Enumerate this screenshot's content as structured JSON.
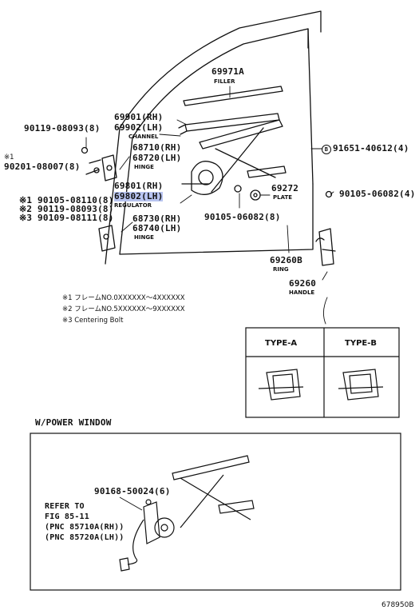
{
  "parts": {
    "filler_num": "69971A",
    "filler_name": "FILLER",
    "channel_rh": "69901(RH)",
    "channel_lh": "69902(LH)",
    "channel_name": "CHANNEL",
    "bolt_top": "90119-08093(8)",
    "bolt_left_mark": "※1",
    "bolt_left": "90201-08007(8)",
    "hinge_upper_rh": "68710(RH)",
    "hinge_upper_lh": "68720(LH)",
    "hinge_upper_name": "HINGE",
    "bolt_right_top": "91651-40612(4)",
    "reg_rh": "69801(RH)",
    "reg_lh": "69802(LH)",
    "reg_name": "REGULATOR",
    "plate_num": "69272",
    "plate_name": "PLATE",
    "bolt_right_bottom": "90105-06082(4)",
    "bolt_mark1": "※1 90105-08110(8)",
    "bolt_mark2": "※2 90119-08093(8)",
    "bolt_mark3": "※3 90109-08111(8)",
    "hinge_lower_rh": "68730(RH)",
    "hinge_lower_lh": "68740(LH)",
    "hinge_lower_name": "HINGE",
    "bolt_bottom": "90105-06082(8)",
    "ring_num": "69260B",
    "ring_name": "RING",
    "handle_num": "69260",
    "handle_name": "HANDLE"
  },
  "notes": {
    "n1": "※1 フレームNO.0XXXXXX～4XXXXXX",
    "n2": "※2 フレームNO.5XXXXXX～9XXXXXX",
    "n3": "※3 Centering Bolt"
  },
  "type_box": {
    "type_a": "TYPE-A",
    "type_b": "TYPE-B"
  },
  "power_window": {
    "heading": "W/POWER WINDOW",
    "bolt": "90168-50024(6)",
    "refer1": "REFER TO",
    "refer2": "FIG 85-11",
    "pnc_rh": "(PNC 85710A(RH))",
    "pnc_lh": "(PNC 85720A(LH))"
  },
  "figure_id": "678950B"
}
